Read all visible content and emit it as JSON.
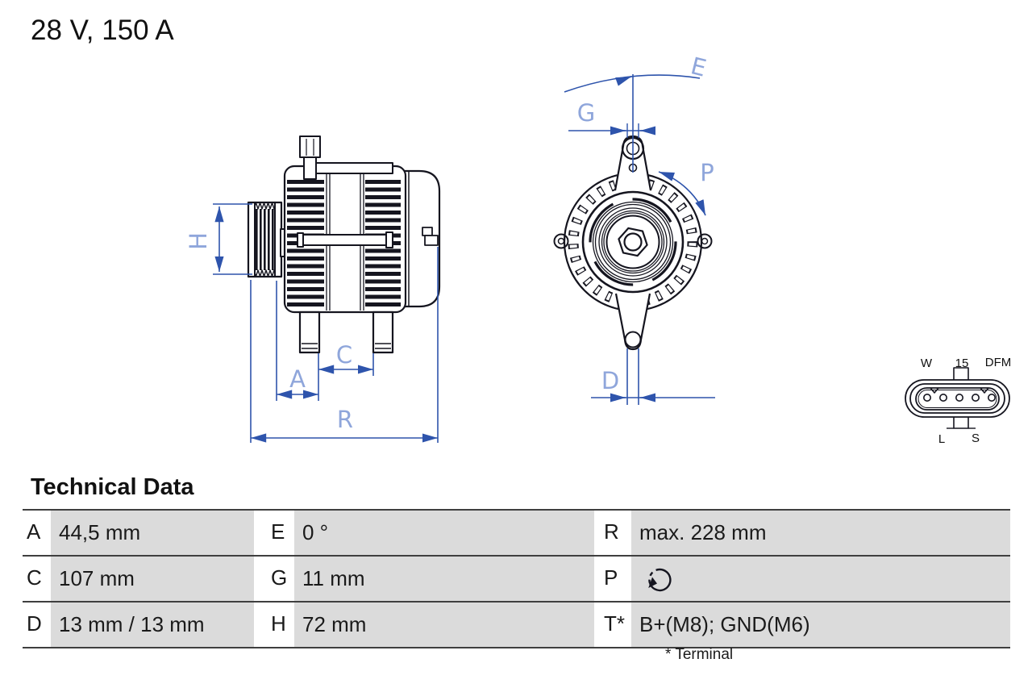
{
  "title": "28 V, 150 A",
  "diagram": {
    "dimension_labels": {
      "H": "H",
      "A": "A",
      "C": "C",
      "R": "R",
      "E": "E",
      "G": "G",
      "P": "P",
      "D": "D"
    },
    "connector_labels": {
      "w": "W",
      "t15": "15",
      "dfm": "DFM",
      "l": "L",
      "s": "S"
    },
    "colors": {
      "dimension_line": "#2E54AC",
      "dimension_label": "#8FA6DB",
      "drawing_ink": "#15151F"
    }
  },
  "technical_data": {
    "heading": "Technical Data",
    "rows": [
      {
        "cells": [
          {
            "k": "A",
            "v": "44,5 mm"
          },
          {
            "k": "E",
            "v": "0 °"
          },
          {
            "k": "R",
            "v": "max. 228 mm"
          }
        ]
      },
      {
        "cells": [
          {
            "k": "C",
            "v": "107 mm"
          },
          {
            "k": "G",
            "v": "11 mm"
          },
          {
            "k": "P",
            "v": "",
            "value_icon": "rotation-direction-icon"
          }
        ]
      },
      {
        "cells": [
          {
            "k": "D",
            "v": "13 mm / 13 mm"
          },
          {
            "k": "H",
            "v": "72 mm"
          },
          {
            "k": "T*",
            "v": "B+(M8); GND(M6)"
          }
        ]
      }
    ],
    "footnote": "* Terminal"
  }
}
